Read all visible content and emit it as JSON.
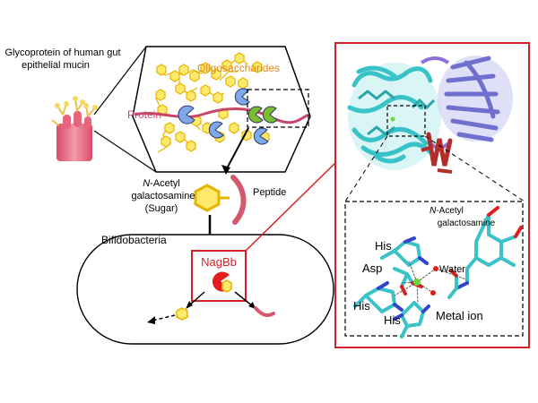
{
  "labels": {
    "glycoprotein_line1": "Glycoprotein of human gut",
    "glycoprotein_line2": "epithelial mucin",
    "oligosaccharides": "Oligosaccharides",
    "protein": "Protein",
    "nacetyl_prefix": "N",
    "nacetyl_rest": "-Acetyl",
    "galactosamine": "galactosamine",
    "sugar": "(Sugar)",
    "peptide": "Peptide",
    "bifidobacteria": "Bifidobacteria",
    "nagbb": "NagBb",
    "inset_nacetyl_prefix": "N",
    "inset_nacetyl_rest": "-Acetyl",
    "inset_galactosamine": "galactosamine",
    "his_top": "His",
    "asp": "Asp",
    "water": "Water",
    "his_left": "His",
    "his_bottom": "His",
    "metal_ion": "Metal ion"
  },
  "colors": {
    "red_frame": "#d62027",
    "sugar_yellow": "#fde96b",
    "sugar_outline": "#e7b400",
    "protein_pink": "#c8476a",
    "oligo_orange": "#e08a1e",
    "cyan": "#39c3c8",
    "purple": "#6f6fcf",
    "darkred": "#b32d2a",
    "enzyme_blue": "#7fa8e8",
    "enzyme_green": "#7bbd2f",
    "metal_green": "#6dd33a"
  }
}
